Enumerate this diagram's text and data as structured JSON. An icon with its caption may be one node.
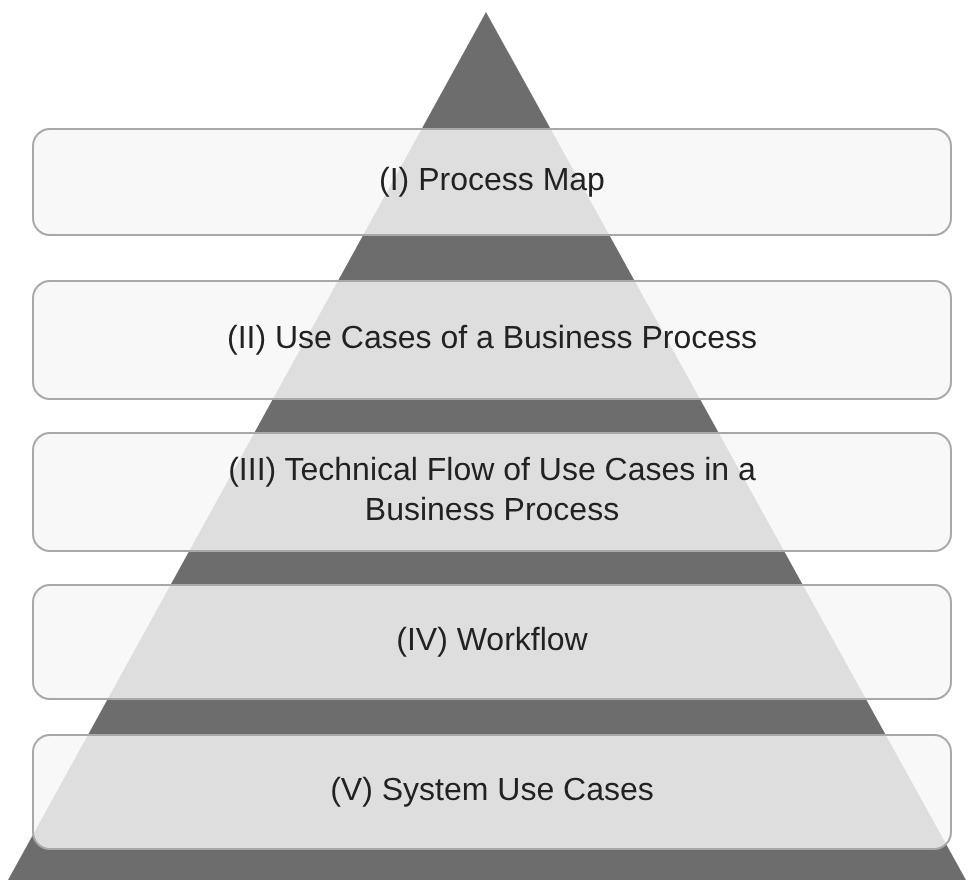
{
  "diagram": {
    "nodes": [
      {
        "text": [
          "(I) Process Map"
        ]
      },
      {
        "text": [
          "(II) Use Cases of a Business Process"
        ]
      },
      {
        "text": [
          "(III) Technical Flow of Use Cases in a Business Process"
        ]
      },
      {
        "text": [
          "(IV) Workflow"
        ]
      },
      {
        "text": [
          "(V) System Use Cases"
        ]
      }
    ]
  }
}
